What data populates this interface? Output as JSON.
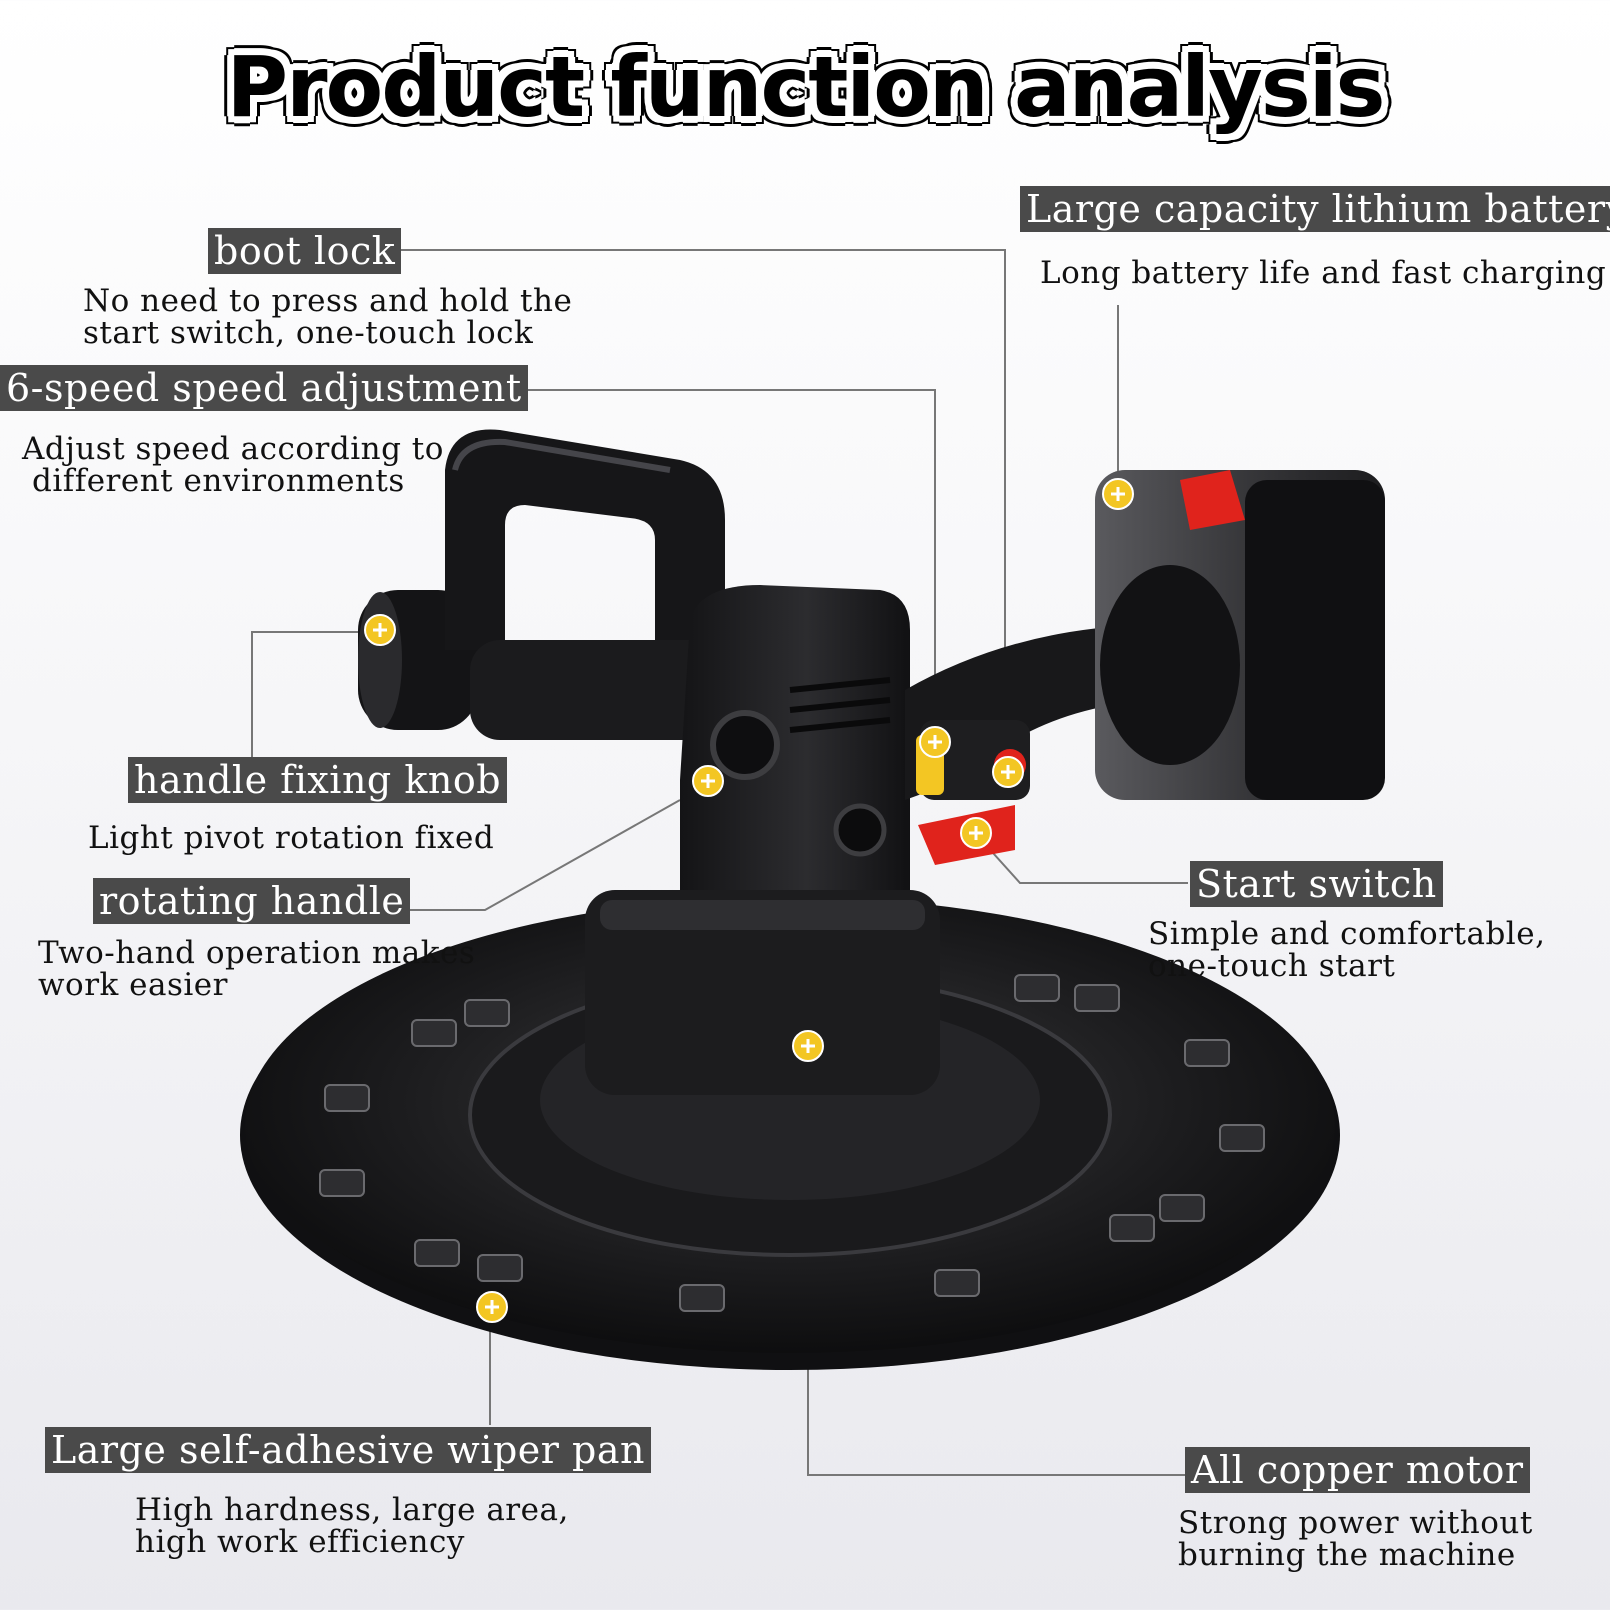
{
  "title": "Product function analysis",
  "features": {
    "boot_lock": {
      "label": "boot lock",
      "desc": [
        "No need to press and hold the",
        "start switch, one-touch lock"
      ]
    },
    "speed": {
      "label": "6-speed speed adjustment",
      "desc": [
        "Adjust speed according to",
        "different environments"
      ]
    },
    "knob": {
      "label": "handle fixing knob",
      "desc": [
        "Light pivot rotation fixed"
      ]
    },
    "rotating": {
      "label": "rotating handle",
      "desc": [
        "Two-hand operation makes",
        "work easier"
      ]
    },
    "wiper": {
      "label": "Large self-adhesive wiper pan",
      "desc": [
        "High hardness, large area,",
        "high work efficiency"
      ]
    },
    "battery": {
      "label": "Large capacity lithium battery",
      "desc": [
        "Long battery life and fast charging"
      ]
    },
    "start": {
      "label": "Start switch",
      "desc": [
        "Simple and comfortable,",
        "one-touch start"
      ]
    },
    "motor": {
      "label": "All copper motor",
      "desc": [
        "Strong power without",
        "burning the machine"
      ]
    }
  },
  "colors": {
    "label_bg": "#4a4a4a",
    "marker": "#f3c623",
    "switch_red": "#e0231c"
  }
}
